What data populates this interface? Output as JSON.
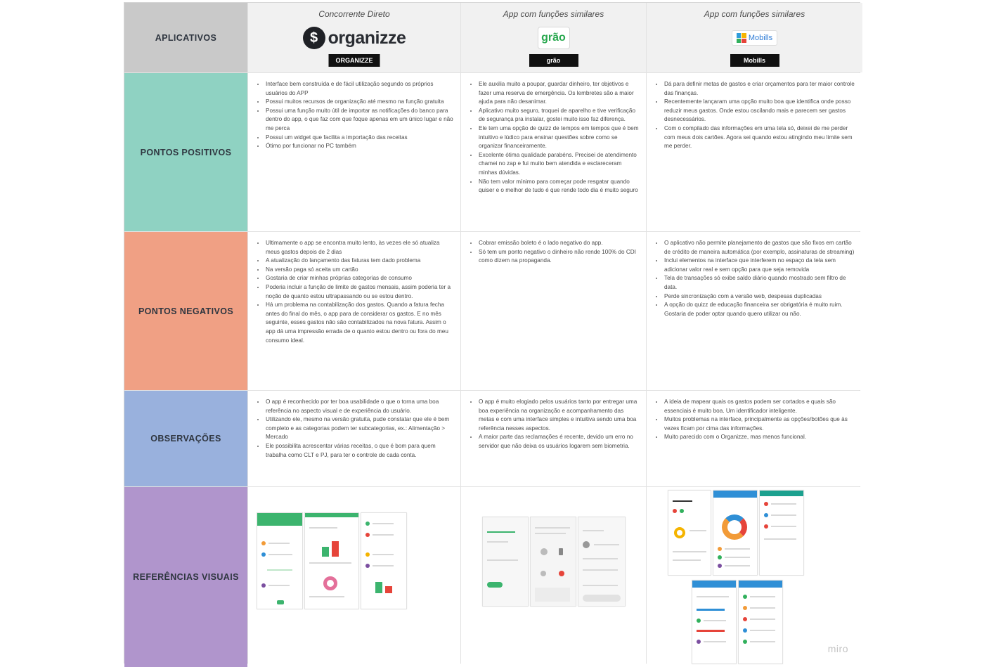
{
  "rows": {
    "apps": "APLICATIVOS",
    "positive": "PONTOS POSITIVOS",
    "negative": "PONTOS NEGATIVOS",
    "observations": "OBSERVAÇÕES",
    "visual_refs": "REFERÊNCIAS VISUAIS"
  },
  "apps": [
    {
      "subtitle": "Concorrente Direto",
      "logo_mark": "$",
      "logo_text": "organizze",
      "badge": "ORGANIZZE"
    },
    {
      "subtitle": "App com funções similares",
      "logo_text": "grão",
      "badge": "grão"
    },
    {
      "subtitle": "App com funções similares",
      "logo_text": "Mobills",
      "badge": "Mobills"
    }
  ],
  "positive": [
    [
      "Interface bem construída e de fácil utilização segundo os próprios usuários do APP",
      "Possui muitos recursos de organização até mesmo na função gratuita",
      "Possui uma função muito útil de importar as notificações do banco para dentro do app, o que faz com que foque apenas em um único lugar e não me perca",
      "Possui um widget que facilita a importação das receitas",
      "Ótimo por funcionar no PC também"
    ],
    [
      "Ele auxilia muito a poupar, guardar dinheiro, ter objetivos e fazer uma reserva de emergência. Os lembretes são a maior ajuda para não desanimar.",
      "Aplicativo muito seguro, troquei de aparelho e tive verificação de segurança pra instalar, gostei muito isso faz diferença.",
      "Ele tem uma opção de quizz de tempos em tempos que é bem intuitivo e lúdico para ensinar questões sobre como se organizar financeiramente.",
      "Excelente ótima qualidade parabéns. Precisei de atendimento chamei no zap e fui muito bem atendida e esclareceram minhas dúvidas.",
      "Não tem valor mínimo para começar pode resgatar quando quiser e o melhor de tudo é que rende todo dia é muito seguro"
    ],
    [
      "Dá para definir metas de gastos e criar orçamentos para ter maior controle das finanças.",
      "Recentemente lançaram uma opção muito boa que identifica onde posso reduzir meus gastos. Onde estou oscilando mais e parecem ser gastos desnecessários.",
      "Com o compilado das informações em uma tela só, deixei de me perder com meus dois cartões. Agora sei quando estou atingindo meu limite sem me perder."
    ]
  ],
  "negative": [
    [
      "Ultimamente o app se encontra muito lento, às vezes ele só atualiza meus gastos depois de 2 dias",
      "A atualização do lançamento das faturas tem dado problema",
      "Na versão paga só aceita um cartão",
      "Gostaria de criar minhas próprias categorias de consumo",
      "Poderia incluir a função de limite de gastos mensais, assim poderia ter a noção de quanto estou ultrapassando ou se estou dentro.",
      "Há um problema na contabilização dos gastos. Quando a fatura fecha antes do final do mês, o app para de considerar os gastos. E no mês seguinte, esses gastos não são contabilizados na nova fatura. Assim o app dá uma impressão errada de o quanto estou dentro ou fora do meu consumo ideal."
    ],
    [
      "Cobrar emissão boleto é o lado negativo do app.",
      "Só tem um ponto negativo o dinheiro não rende 100% do CDI como dizem na propaganda."
    ],
    [
      "O aplicativo não permite planejamento de gastos que são fixos em cartão de crédito de maneira automática (por exemplo, assinaturas de streaming)",
      "Inclui elementos na interface que interferem no espaço da tela sem adicionar valor real e sem opção para que seja removida",
      "Tela de transações só exibe saldo diário quando mostrado sem filtro de data.",
      "Perde sincronização com a versão web, despesas duplicadas",
      "A opção do quizz de educação financeira ser obrigatória é muito ruim. Gostaria de poder optar quando quero utilizar ou não."
    ]
  ],
  "observations": [
    [
      "O app é reconhecido por ter boa usabilidade o que o torna uma boa referência no aspecto visual e de experiência do usuário.",
      "Utilizando ele, mesmo na versão gratuita, pude constatar que ele é bem completo e as categorias podem ter subcategorias, ex.: Alimentação > Mercado",
      "Ele possibilita acrescentar várias receitas, o que é bom para quem trabalha como CLT e PJ, para ter o controle de cada conta."
    ],
    [
      "O app é muito elogiado pelos usuários tanto por entregar uma boa experiência na organização e acompanhamento das metas e com uma interface simples e intuitiva sendo uma boa referência nesses aspectos.",
      "A maior parte das reclamações é recente, devido um erro no servidor que não deixa os usuários logarem sem biometria."
    ],
    [
      "A ideia de mapear quais os gastos podem ser cortados e quais são essenciais é muito boa. Um identificador inteligente.",
      "Muitos problemas na interface, principalmente as opções/botões que às vezes ficam por cima das informações.",
      "Muito parecido com o Organizze, mas menos funcional."
    ]
  ],
  "watermark": "miro",
  "colors": {
    "apps": "#c9c9c9",
    "positive": "#8fd2c2",
    "negative": "#f0a084",
    "observations": "#99b1dd",
    "visual_refs": "#b095cc"
  }
}
